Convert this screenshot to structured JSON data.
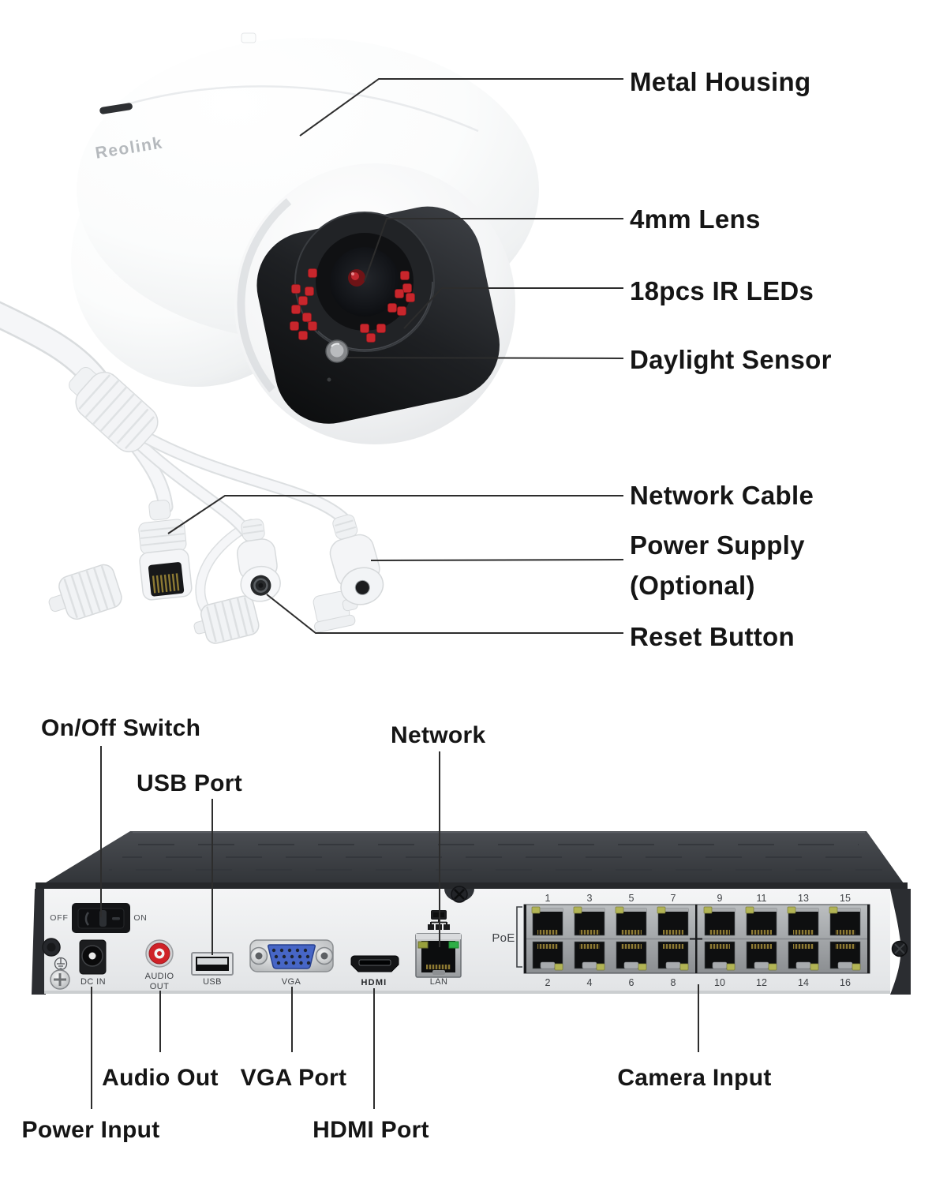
{
  "camera": {
    "brand_logo": "Reolink",
    "labels": {
      "metal_housing": "Metal Housing",
      "lens": "4mm Lens",
      "ir_leds": "18pcs IR LEDs",
      "daylight_sensor": "Daylight Sensor",
      "network_cable": "Network Cable",
      "power_supply_line1": "Power Supply",
      "power_supply_line2": "(Optional)",
      "reset_button": "Reset Button"
    },
    "ir_led_count": 18
  },
  "nvr": {
    "labels": {
      "on_off_switch": "On/Off Switch",
      "usb_port": "USB Port",
      "network": "Network",
      "audio_out": "Audio Out",
      "vga_port": "VGA Port",
      "power_input": "Power Input",
      "hdmi_port": "HDMI Port",
      "camera_input": "Camera Input"
    },
    "ports": {
      "switch_off": "OFF",
      "switch_on": "ON",
      "dc_in": "DC IN",
      "audio_line1": "AUDIO",
      "audio_line2": "OUT",
      "usb": "USB",
      "vga": "VGA",
      "hdmi": "HDMI",
      "lan": "LAN",
      "poe": "PoE",
      "poe_top_numbers": [
        "1",
        "3",
        "5",
        "7",
        "9",
        "11",
        "13",
        "15"
      ],
      "poe_bottom_numbers": [
        "2",
        "4",
        "6",
        "8",
        "10",
        "12",
        "14",
        "16"
      ]
    }
  },
  "colors": {
    "ir_led_red": "#c8262c",
    "lan_led_green": "#2fae47",
    "poe_led_yellow": "#b2b455",
    "vga_blue": "#4766c6",
    "rca_red": "#cf2127",
    "line_dark": "#2d2d2d"
  }
}
